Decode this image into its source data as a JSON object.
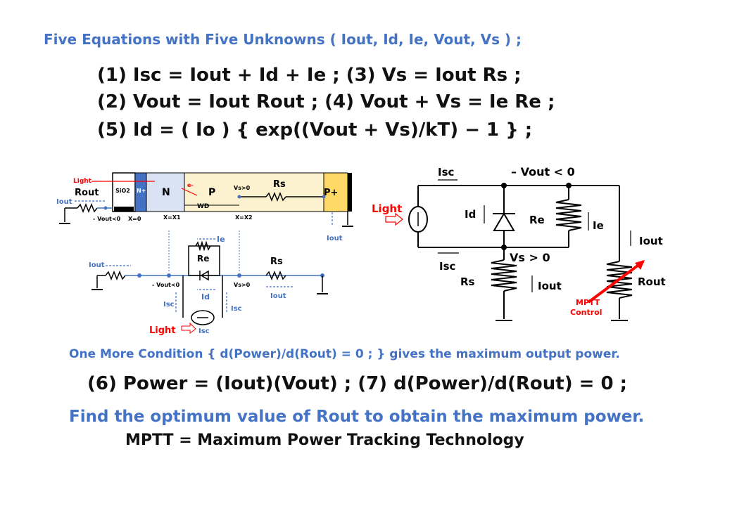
{
  "title": "Five Equations with Five Unknowns ( Iout, Id, Ie, Vout, Vs ) ;",
  "equations": {
    "line1": "(1) Isc = Iout + Id + Ie ;  (3) Vs = Iout Rs ;",
    "line2": "(2) Vout = Iout Rout ;  (4) Vout + Vs = Ie Re ;",
    "line3": "(5) Id = ( Io ) { exp((Vout + Vs)/kT) − 1 } ;"
  },
  "device_diagram": {
    "light": "Light",
    "electron": "e-",
    "rout": "Rout",
    "iout": "Iout",
    "sio2": "SiO2",
    "n_plus": "N+",
    "n": "N",
    "p": "P",
    "vs_pos": "Vs>0",
    "rs": "Rs",
    "p_plus": "P+",
    "wd": "WD",
    "vout_neg": "- Vout<0",
    "x0": "X=0",
    "x1": "X=X1",
    "x2": "X=X2",
    "iout_down": "Iout"
  },
  "equivalent_small": {
    "iout_left": "Iout",
    "ie": "Ie",
    "re": "Re",
    "rs": "Rs",
    "vout_neg": "- Vout<0",
    "vs_pos": "Vs>0",
    "iout_right": "Iout",
    "id": "Id",
    "isc_left": "Isc",
    "isc_right": "Isc",
    "light": "Light",
    "isc_bottom": "Isc"
  },
  "equivalent_big": {
    "isc_top": "Isc",
    "vout_neg": "– Vout < 0",
    "light": "Light",
    "id": "Id",
    "re": "Re",
    "ie": "Ie",
    "iout_right": "Iout",
    "vs_pos": "Vs > 0",
    "isc_bottom": "Isc",
    "rs": "Rs",
    "iout_down": "Iout",
    "rout": "Rout",
    "mptt_1": "MPTT",
    "mptt_2": "Control"
  },
  "condition": "One More Condition {  d(Power)/d(Rout) = 0 ; } gives the maximum output power.",
  "power_eq": "(6) Power = (Iout)(Vout) ;    (7) d(Power)/d(Rout) = 0 ;",
  "find": "Find the optimum value of Rout to obtain the maximum power.",
  "mptt": "MPTT = Maximum Power Tracking Technology",
  "colors": {
    "blue": "#4472c4",
    "red": "#ff0000",
    "n_region": "#dae3f3",
    "p_region": "#fdf2d0",
    "p_plus": "#ffd966"
  }
}
